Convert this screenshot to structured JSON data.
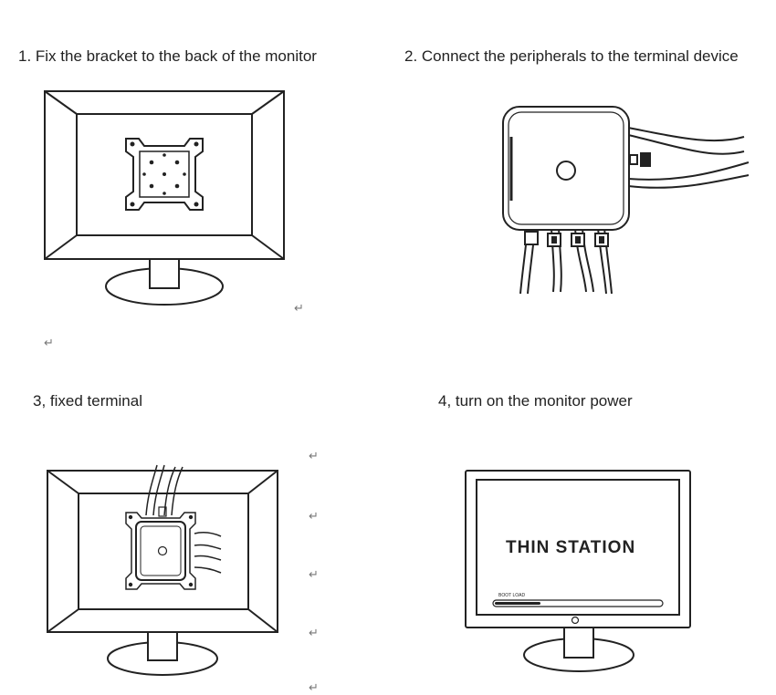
{
  "steps": [
    {
      "title": "1. Fix the bracket to the back of the monitor"
    },
    {
      "title": "2. Connect the peripherals to the terminal device"
    },
    {
      "title": "3, fixed terminal"
    },
    {
      "title": "4, turn on the monitor power"
    }
  ],
  "screen": {
    "brand": "THIN STATION",
    "boot_label": "BOOT LOAD"
  },
  "return_mark": "↵"
}
